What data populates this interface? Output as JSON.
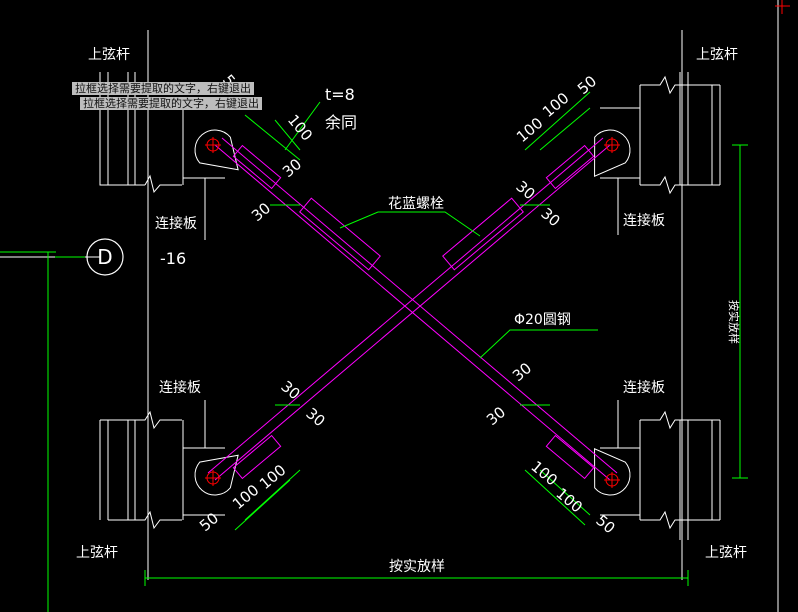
{
  "tooltips": {
    "line1": "拉框选择需要提取的文字，右键退出",
    "line2": "拉框选择需要提取的文字，右键退出"
  },
  "labels": {
    "top_chord": "上弦杆",
    "gusset_plate": "连接板",
    "turnbuckle": "花蓝螺栓",
    "round_steel": "Φ20圆钢",
    "thickness": "t=8",
    "same": "余同",
    "plate_thk": "-16",
    "axis_id": "D",
    "as_built": "按实放样",
    "as_built_vertical": "按实放样"
  },
  "dimensions": {
    "d50": "50",
    "d100": "100",
    "d30": "30"
  },
  "colors": {
    "background": "#000000",
    "line_white": "#ffffff",
    "rod_magenta": "#ff00ff",
    "dim_green": "#00ff00",
    "hole_red": "#ff0000",
    "cad_crosshair": "#ff0000"
  }
}
